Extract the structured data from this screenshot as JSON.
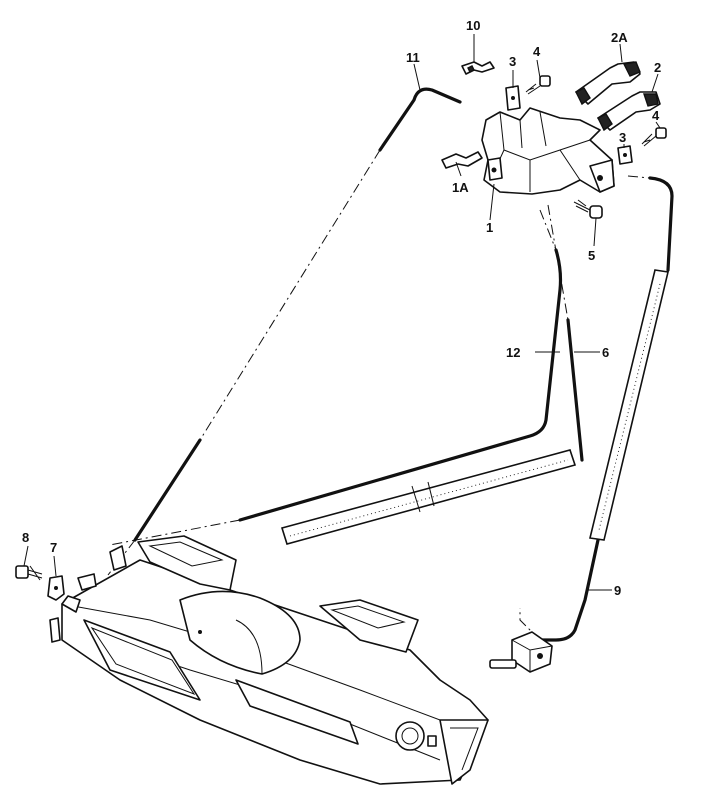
{
  "callouts": {
    "c10": "10",
    "c11": "11",
    "c3a": "3",
    "c4a": "4",
    "c2A": "2A",
    "c2": "2",
    "c4b": "4",
    "c3b": "3",
    "c1A": "1A",
    "c1": "1",
    "c5": "5",
    "c12": "12",
    "c6": "6",
    "c9": "9",
    "c8": "8",
    "c7": "7"
  }
}
